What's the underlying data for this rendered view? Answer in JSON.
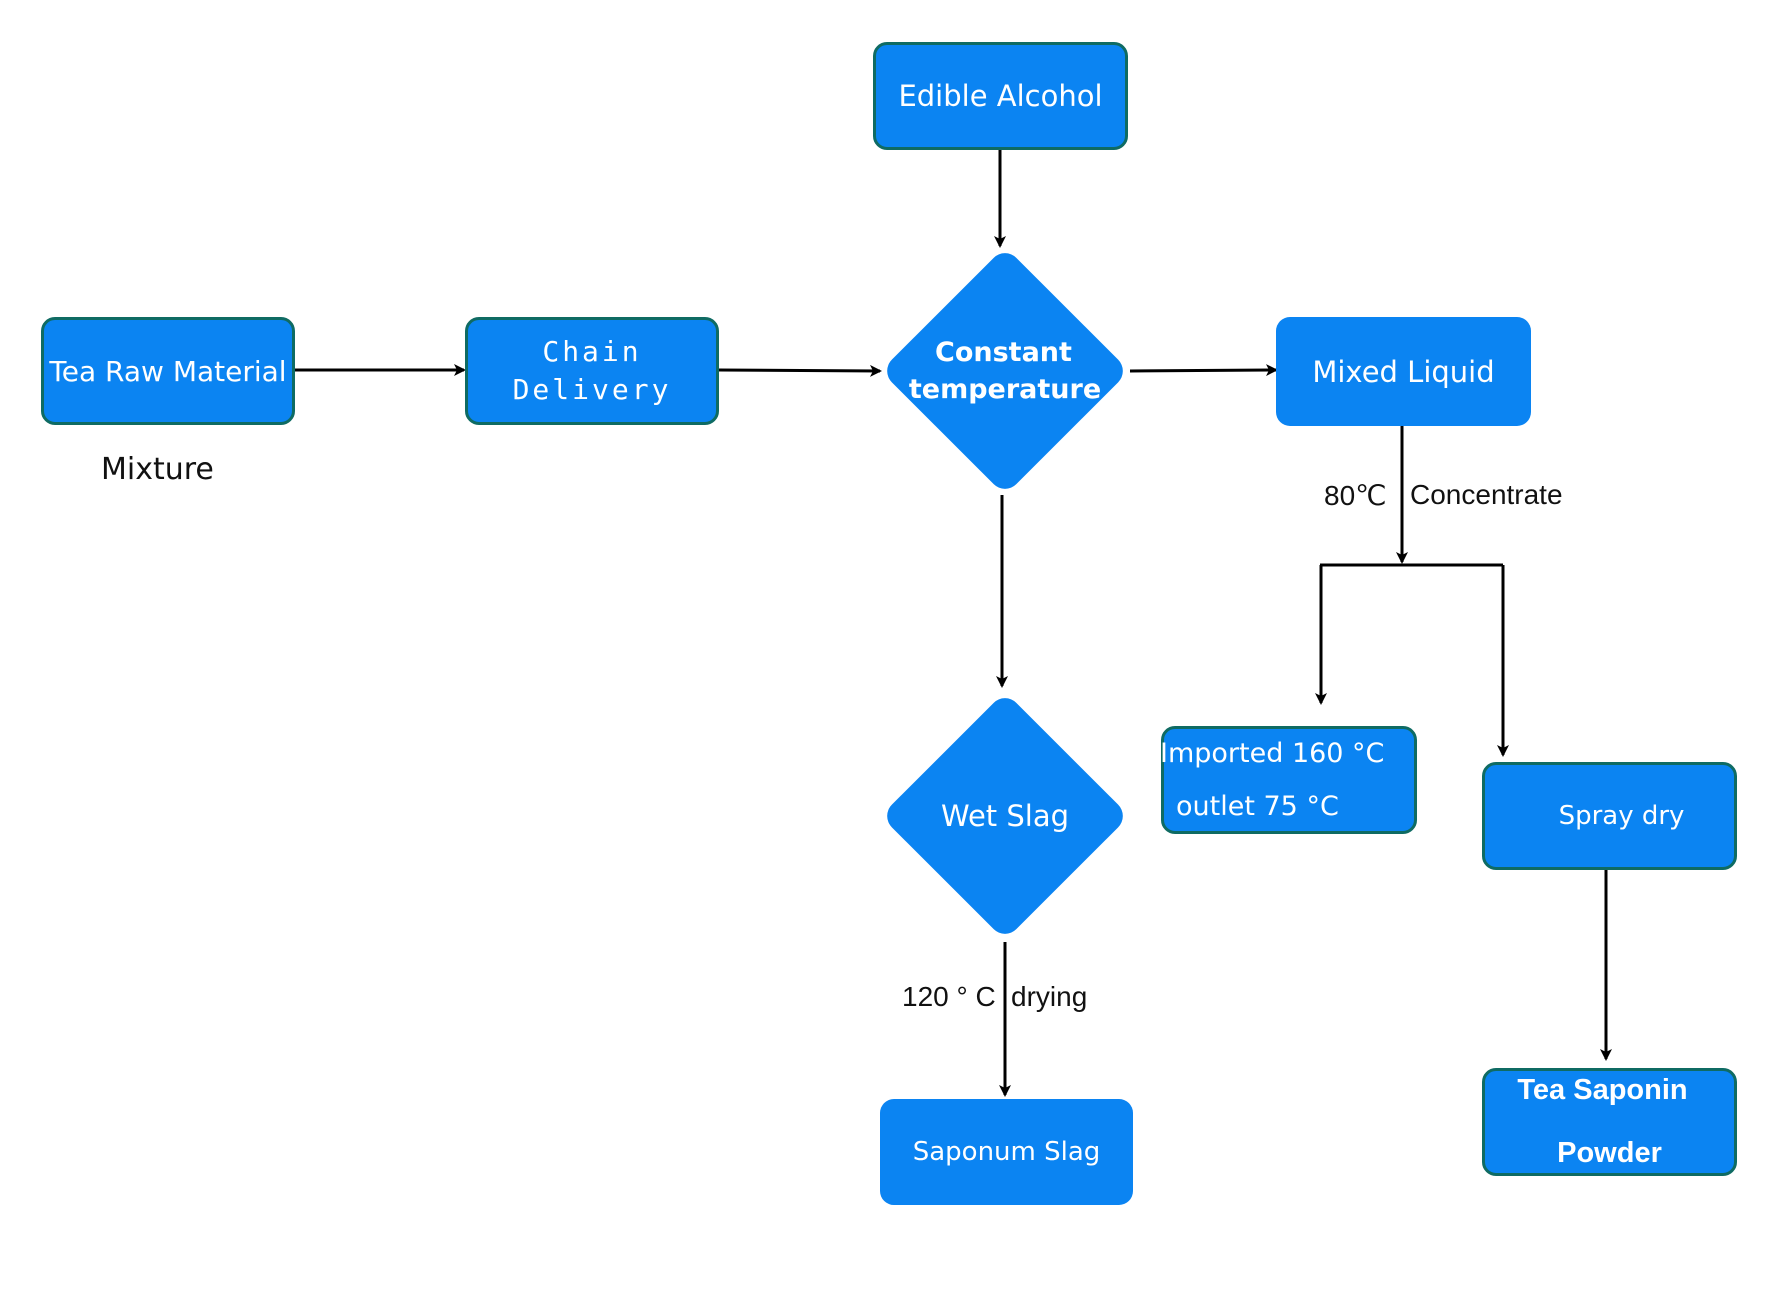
{
  "nodes": {
    "tea_raw_material": "Tea Raw Material",
    "chain_delivery_line1": "Chain",
    "chain_delivery_line2": "Delivery",
    "edible_alcohol": "Edible Alcohol",
    "constant_temperature_line1": "Constant",
    "constant_temperature_line2": "temperature",
    "mixed_liquid": "Mixed Liquid",
    "wet_slag": "Wet Slag",
    "saponum_slag": "Saponum Slag",
    "imported_line1": "Imported 160 °C",
    "imported_line2": "outlet 75 °C",
    "spray_dry": "Spray dry",
    "tea_saponin_line1": "Tea Saponin",
    "tea_saponin_line2": "Powder"
  },
  "labels": {
    "mixture": "Mixture",
    "concentrate_temp": "80℃",
    "concentrate": "Concentrate",
    "drying_temp": "120 ° C",
    "drying": "drying"
  },
  "colors": {
    "node_fill": "#0b84f2",
    "node_border": "#0f6b63",
    "arrow": "#000000"
  }
}
